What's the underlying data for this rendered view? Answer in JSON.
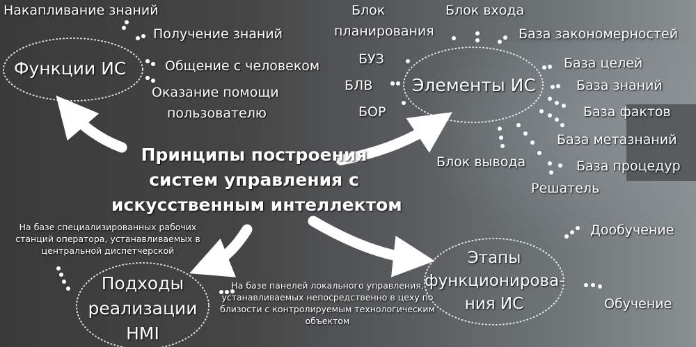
{
  "title": "Принципы построения систем управления с искусственным интеллектом",
  "title_lines": [
    "Принципы построения",
    "систем управления с",
    "искусственным интеллектом"
  ],
  "functions": {
    "label": "Функции ИС",
    "items": [
      "Накапливание знаний",
      "Получение знаний",
      "Общение с человеком"
    ],
    "help_lines": [
      "Оказание помощи",
      "пользователю"
    ]
  },
  "elements": {
    "label": "Элементы ИС",
    "planning_lines": [
      "Блок",
      "планирования"
    ],
    "items": {
      "input": "Блок входа",
      "patterns": "База закономерностей",
      "buz": "БУЗ",
      "blv": "БЛВ",
      "bor": "БОР",
      "goals": "База целей",
      "knowledge": "База знаний",
      "facts": "База фактов",
      "metaknowledge": "База метазнаний",
      "procedures": "База процедур",
      "output": "Блок вывода",
      "solver": "Решатель"
    }
  },
  "stages": {
    "label_lines": [
      "Этапы",
      "функционирова-",
      "ния ИС"
    ],
    "items": [
      "Дообучение",
      "Обучение"
    ]
  },
  "hmi": {
    "label_lines": [
      "Подходы",
      "реализации",
      "HMI"
    ],
    "central": "На базе специализированных рабочих станций оператора, устанавливаемых в центральной диспетчерской",
    "local": "На базе панелей локального управления, устанавливаемых непосредственно в цеху по близости с контролируемым технологическим объектом"
  }
}
